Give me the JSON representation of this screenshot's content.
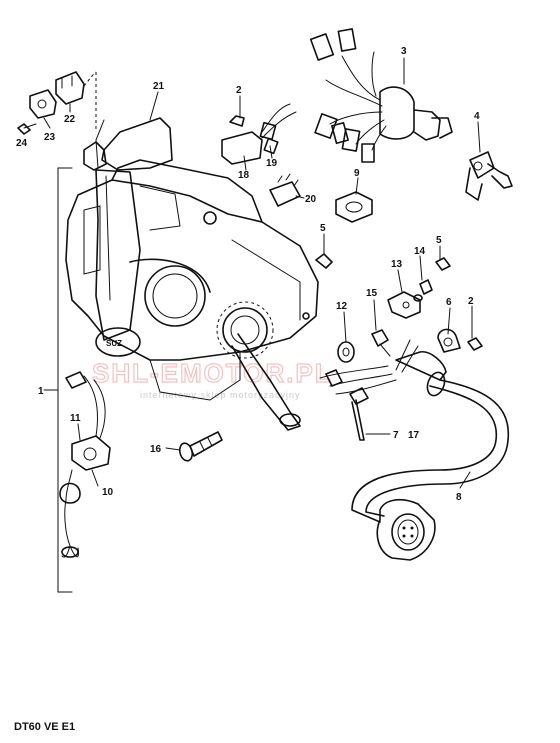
{
  "callouts": [
    "1",
    "2",
    "2",
    "3",
    "4",
    "5",
    "5",
    "6",
    "7",
    "8",
    "9",
    "10",
    "11",
    "12",
    "13",
    "14",
    "15",
    "16",
    "17",
    "18",
    "19",
    "20",
    "21",
    "22",
    "23",
    "24"
  ],
  "caption": "DT60 VE E1",
  "watermark": {
    "brand": "SHL-EMOTOR.PL",
    "tagline": "internetowy sklep motoryzacyjny",
    "color": "#d9534f"
  }
}
